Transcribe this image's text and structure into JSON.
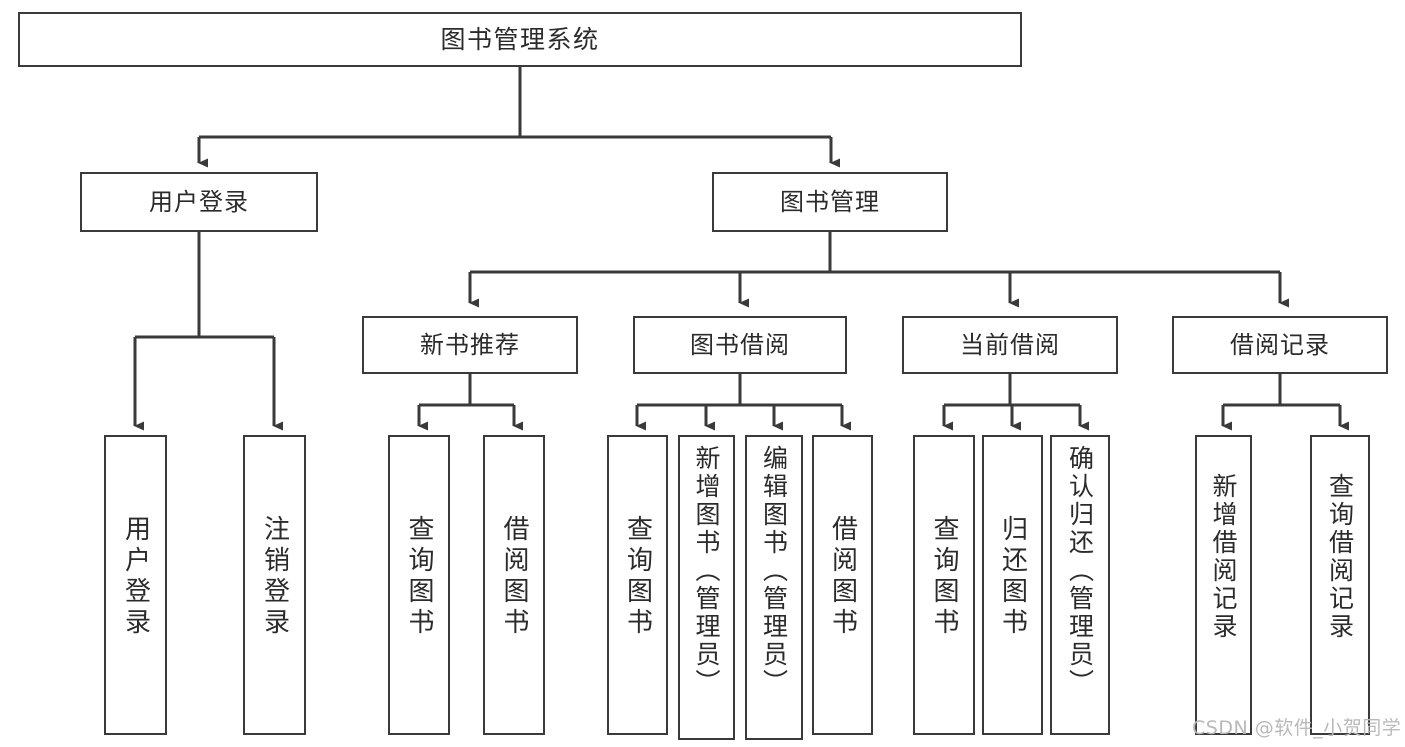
{
  "diagram": {
    "title": "图书管理系统",
    "type": "tree-hierarchy-chart",
    "colors": {
      "box_border": "#3a3a3a",
      "box_fill": "#ffffff",
      "edge": "#3a3a3a",
      "text": "#2b2b2b",
      "watermark": "#b9b9b9",
      "background": "#ffffff"
    },
    "watermark": "CSDN @软件_小贺同学"
  },
  "nodes": {
    "root": {
      "label": "图书管理系统"
    },
    "level1": [
      {
        "id": "user-login",
        "label": "用户登录"
      },
      {
        "id": "book-management",
        "label": "图书管理"
      }
    ],
    "level2": [
      {
        "id": "new-book-recommend",
        "label": "新书推荐"
      },
      {
        "id": "book-borrow",
        "label": "图书借阅"
      },
      {
        "id": "current-borrow",
        "label": "当前借阅"
      },
      {
        "id": "borrow-record",
        "label": "借阅记录"
      }
    ],
    "leaves": {
      "user_login": [
        {
          "id": "leaf-user-login",
          "label": "用户登录"
        },
        {
          "id": "leaf-logout-login",
          "label": "注销登录"
        }
      ],
      "new_book_recommend": [
        {
          "id": "leaf-query-book-1",
          "label": "查询图书"
        },
        {
          "id": "leaf-borrow-book-1",
          "label": "借阅图书"
        }
      ],
      "book_borrow": [
        {
          "id": "leaf-query-book-2",
          "label": "查询图书"
        },
        {
          "id": "leaf-add-book",
          "label": "新增图书（管理员）"
        },
        {
          "id": "leaf-edit-book",
          "label": "编辑图书（管理员）"
        },
        {
          "id": "leaf-borrow-book-2",
          "label": "借阅图书"
        }
      ],
      "current_borrow": [
        {
          "id": "leaf-query-book-3",
          "label": "查询图书"
        },
        {
          "id": "leaf-return-book",
          "label": "归还图书"
        },
        {
          "id": "leaf-confirm-return",
          "label": "确认归还（管理员）"
        }
      ],
      "borrow_record": [
        {
          "id": "leaf-add-record",
          "label": "新增借阅记录"
        },
        {
          "id": "leaf-query-record",
          "label": "查询借阅记录"
        }
      ]
    }
  }
}
